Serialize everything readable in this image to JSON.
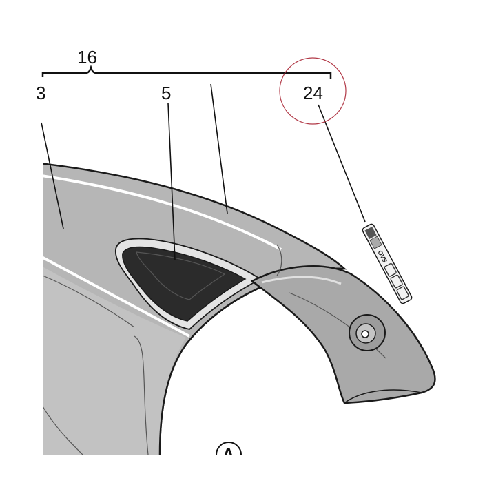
{
  "callouts": {
    "group": "16",
    "left_part": "3",
    "vent_part": "5",
    "emblem_part": "24"
  },
  "view_marker": "A",
  "emblem_text": "OVS",
  "colors": {
    "body_grey": "#b6b6b6",
    "body_grey_light": "#cccccc",
    "vent_dark": "#2b2b2b",
    "outline": "#1a1a1a",
    "highlight_circle": "#b23a48"
  }
}
